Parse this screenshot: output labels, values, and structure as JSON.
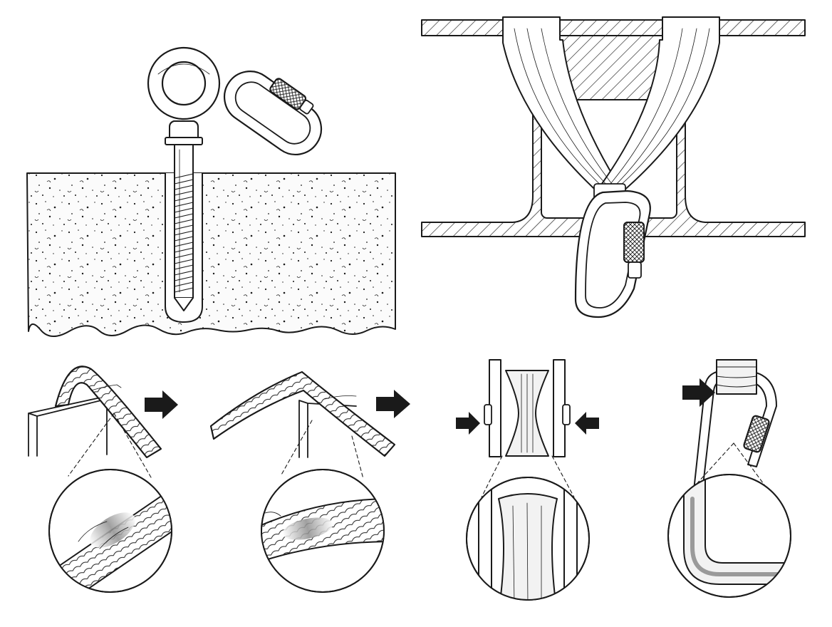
{
  "figure": {
    "panels": [
      {
        "id": "eye-bolt-anchor",
        "components": [
          "concrete-block",
          "drilled-hole",
          "threaded-bolt",
          "eye-ring",
          "screw-lock-carabiner"
        ]
      },
      {
        "id": "sling-beam-anchor",
        "components": [
          "i-beam",
          "webbing-sling",
          "screw-lock-carabiner"
        ]
      },
      {
        "id": "rope-over-sharp-edge",
        "components": [
          "rope",
          "sharp-edge",
          "force-arrow",
          "rope-damage-detail"
        ]
      },
      {
        "id": "rope-over-edge-abrasion",
        "components": [
          "rope",
          "edge",
          "force-arrow",
          "rope-abrasion-detail"
        ]
      },
      {
        "id": "pulley-side-pressure",
        "components": [
          "pulley-sheave",
          "side-plates",
          "compression-arrows",
          "sheave-detail"
        ]
      },
      {
        "id": "carabiner-edge-loading",
        "components": [
          "carabiner",
          "webbing",
          "force-arrow",
          "carabiner-bend-detail"
        ]
      }
    ]
  },
  "colors": {
    "ink": "#1a1a1a",
    "paper": "#ffffff",
    "concrete": "#fbfbfb",
    "metal-highlight": "#f2f2f2",
    "wear-shade": "#9a9a9a"
  },
  "icons": [
    "arrow-right-icon",
    "arrow-left-icon",
    "carabiner-icon",
    "eye-bolt-icon",
    "pulley-icon"
  ]
}
